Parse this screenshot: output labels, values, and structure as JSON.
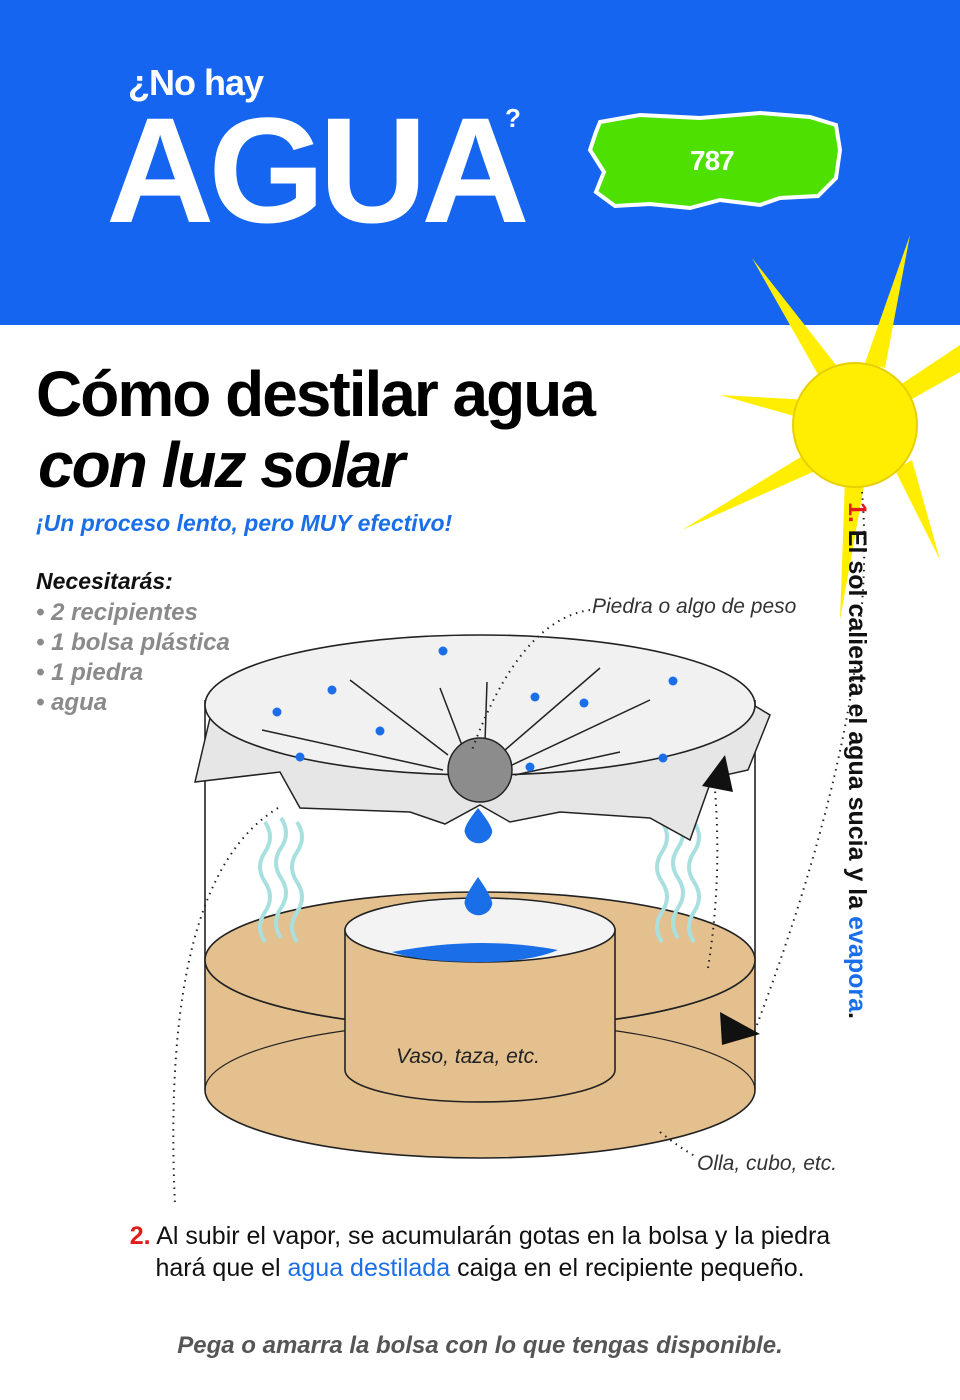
{
  "header": {
    "pre_title": "¿No hay",
    "main_title": "AGUA",
    "question_mark": "?",
    "area_code": "787"
  },
  "colors": {
    "header_blue": "#1565f0",
    "island_green": "#4de000",
    "sun_yellow": "#ffee00",
    "water_blue": "#1a6fe8",
    "dirty_water": "#e3c08e",
    "step_red": "#e31b1b"
  },
  "title": {
    "line1": "Cómo destilar agua",
    "line2": "con luz solar"
  },
  "subtitle": "¡Un proceso lento, pero MUY efectivo!",
  "needs": {
    "heading": "Necesitarás:",
    "items": [
      "• 2 recipientes",
      "• 1 bolsa plástica",
      "• 1 piedra",
      "• agua"
    ]
  },
  "labels": {
    "stone": "Piedra o algo de peso",
    "cup": "Vaso, taza, etc.",
    "pot": "Olla, cubo, etc."
  },
  "step1": {
    "number": "1.",
    "text": " El sol calienta el agua sucia y la ",
    "highlight": "evapora",
    "end": "."
  },
  "step2": {
    "number": "2.",
    "text_a": " Al subir el vapor, se acumularán gotas en la bolsa y la piedra",
    "text_b": "hará que el ",
    "highlight": "agua destilada",
    "text_c": " caiga en el recipiente pequeño."
  },
  "footer": "Pega o amarra la bolsa con lo que tengas disponible.",
  "icons": [
    "sun-icon",
    "puerto-rico-island-icon",
    "water-drop-icon",
    "steam-wave-icon",
    "arrow-head-icon"
  ]
}
